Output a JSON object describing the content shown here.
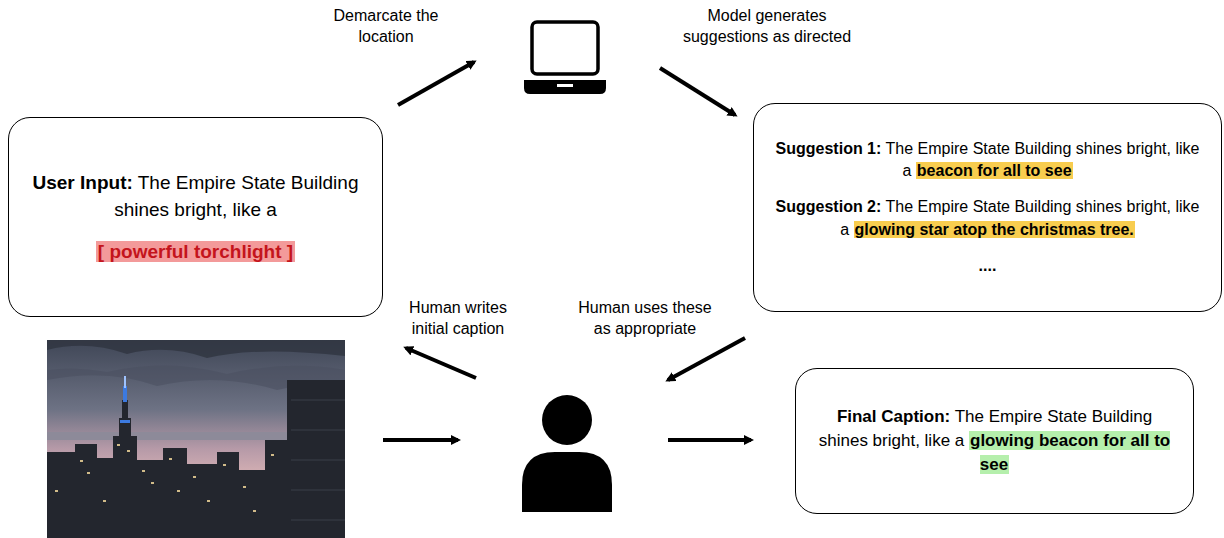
{
  "diagram": {
    "nodes": [
      {
        "text": [
          "User Input:",
          "The Empire State Building shines bright, like a",
          "[ powerful torchlight ]"
        ]
      },
      {
        "text": [
          "Suggestion 1:",
          "The Empire State Building shines bright, like a",
          "beacon for all to see",
          "Suggestion 2:",
          "The Empire State Building shines bright, like a",
          "glowing star atop the christmas tree.",
          "...."
        ]
      },
      {
        "text": [
          "Final Caption:",
          "The Empire State Building shines bright, like a",
          "glowing beacon for all to see"
        ]
      }
    ],
    "labels": [
      "Demarcate the location",
      "Model generates suggestions as directed",
      "Human writes initial caption",
      "Human uses these as appropriate"
    ]
  }
}
